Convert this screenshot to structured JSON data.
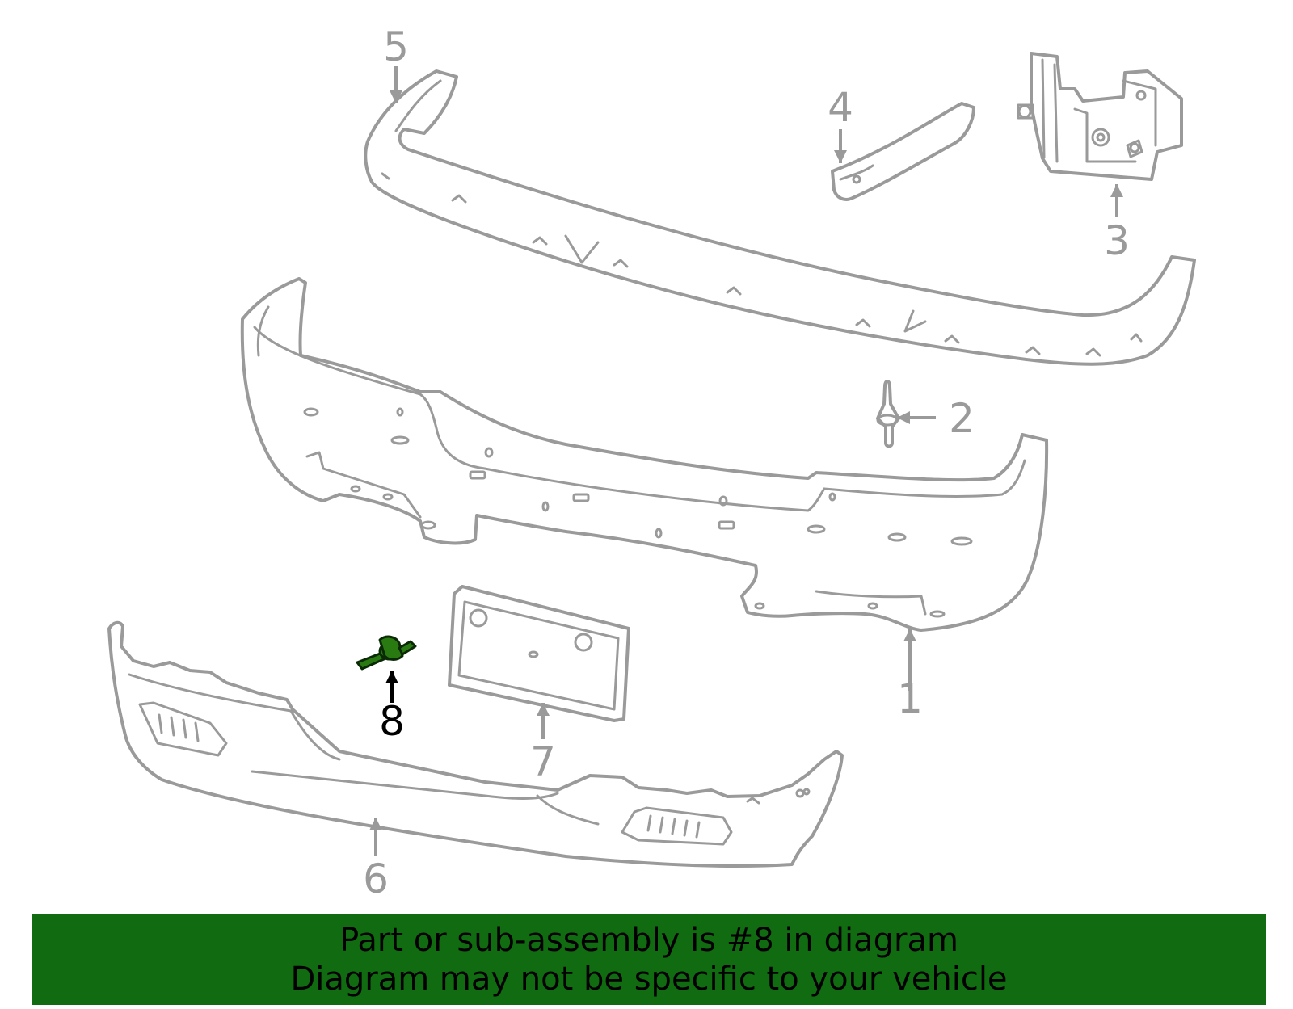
{
  "diagram": {
    "callouts": [
      {
        "id": "1",
        "label": "1",
        "highlighted": false
      },
      {
        "id": "2",
        "label": "2",
        "highlighted": false
      },
      {
        "id": "3",
        "label": "3",
        "highlighted": false
      },
      {
        "id": "4",
        "label": "4",
        "highlighted": false
      },
      {
        "id": "5",
        "label": "5",
        "highlighted": false
      },
      {
        "id": "6",
        "label": "6",
        "highlighted": false
      },
      {
        "id": "7",
        "label": "7",
        "highlighted": false
      },
      {
        "id": "8",
        "label": "8",
        "highlighted": true
      }
    ],
    "colors": {
      "part_outline": "#9a9a9a",
      "highlight_part": "#2a7a12",
      "highlight_callout": "#000000",
      "banner_background": "#116b11",
      "banner_text": "#000000"
    }
  },
  "banner": {
    "line1": "Part or sub-assembly is #8 in diagram",
    "line2": "Diagram may not be specific to your vehicle"
  }
}
